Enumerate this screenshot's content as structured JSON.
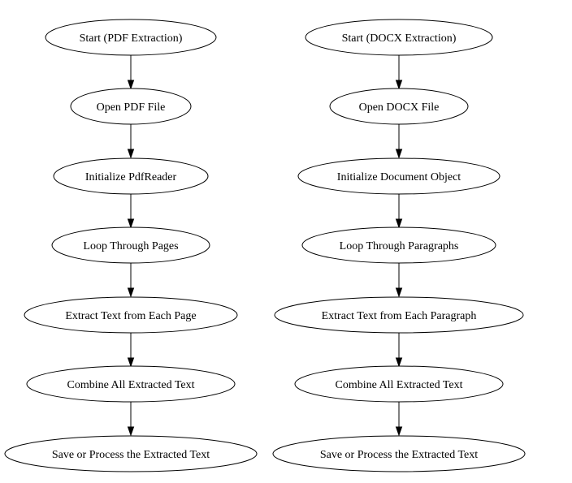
{
  "diagram": {
    "flows": [
      {
        "id": "pdf",
        "nodes": [
          "Start (PDF Extraction)",
          "Open PDF File",
          "Initialize PdfReader",
          "Loop Through Pages",
          "Extract Text from Each Page",
          "Combine All Extracted Text",
          "Save or Process the Extracted Text"
        ]
      },
      {
        "id": "docx",
        "nodes": [
          "Start (DOCX Extraction)",
          "Open DOCX File",
          "Initialize Document Object",
          "Loop Through Paragraphs",
          "Extract Text from Each Paragraph",
          "Combine All Extracted Text",
          "Save or Process the Extracted Text"
        ]
      }
    ],
    "colors": {
      "stroke": "#000000",
      "fill": "#ffffff",
      "background": "#ffffff"
    }
  }
}
